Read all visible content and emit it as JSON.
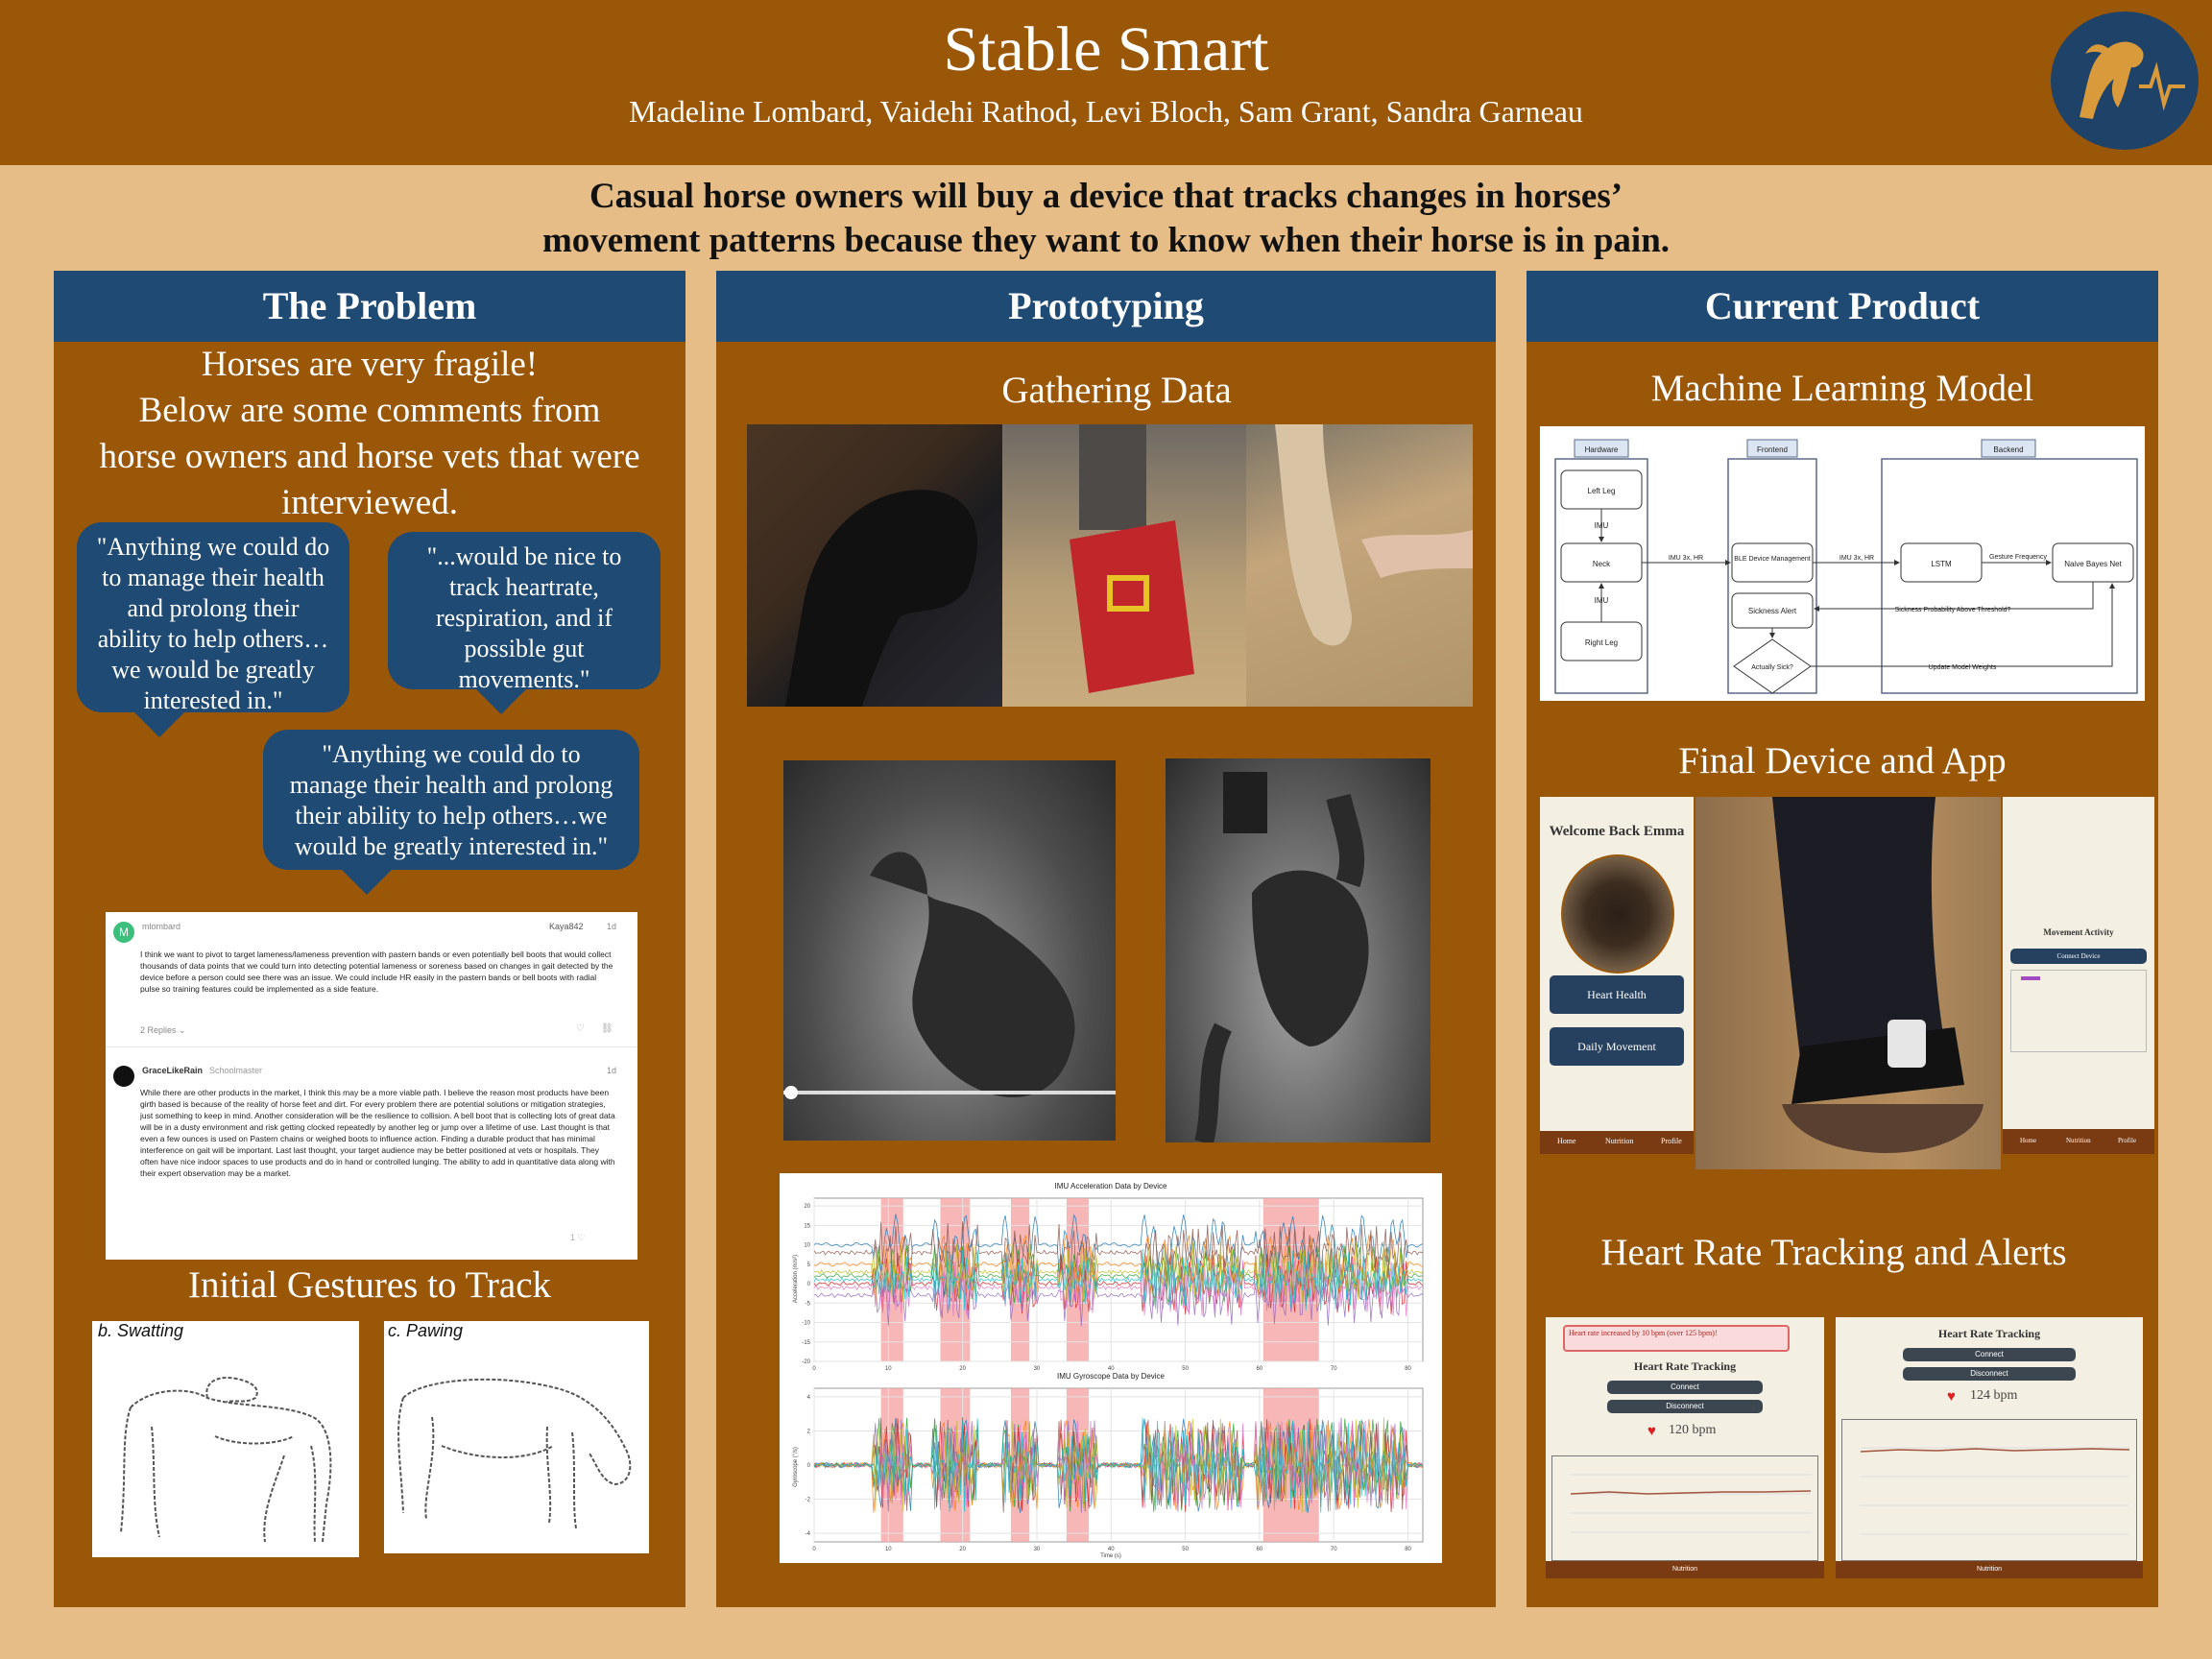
{
  "header": {
    "title": "Stable Smart",
    "authors": "Madeline Lombard, Vaidehi Rathod, Levi Bloch, Sam Grant, Sandra Garneau"
  },
  "hypothesis": {
    "line1": "Casual horse owners will buy a device that tracks changes in horses’",
    "line2": "movement patterns because they want to know when their horse is in pain."
  },
  "problem": {
    "heading": "The Problem",
    "intro_lines": [
      "Horses are very fragile!",
      "Below are some comments from",
      "horse owners and horse vets that were",
      "interviewed."
    ],
    "quotes": [
      "\"Anything we could do to manage their health and prolong their ability to help others…we would be greatly interested in.\"",
      "\"...would be nice to track heartrate, respiration, and if possible gut movements.\"",
      "\"Anything we could do to manage their health and prolong their ability to help others…we would be greatly interested in.\""
    ],
    "forum": {
      "post1": {
        "avatar": "M",
        "user": "mlombard",
        "reply_user": "Kaya842",
        "age": "1d",
        "text": "I think we want to pivot to target lameness/lameness prevention with pastern bands or even potentially bell boots that would collect thousands of data points that we could turn into detecting potential lameness or soreness based on changes in gait detected by the device before a person could see there was an issue. We could include HR easily in the pastern bands or bell boots with radial pulse so training features could be implemented as a side feature.",
        "replies": "2 Replies ⌄"
      },
      "post2": {
        "user": "GraceLikeRain",
        "role": "Schoolmaster",
        "age": "1d",
        "text": "While there are other products in the market, I think this may be a more viable path. I believe the reason most products have been girth based is because of the reality of horse feet and dirt. For every problem there are potential solutions or mitigation strategies, just something to keep in mind. Another consideration will be the resilience to collision. A bell boot that is collecting lots of great data will be in a dusty environment and risk getting clocked repeatedly by another leg or jump over a lifetime of use. Last thought is that even a few ounces is used on Pastern chains or weighed boots to influence action. Finding a durable product that has minimal interference on gait will be important. Last last thought, your target audience may be better positioned at vets or hospitals. They often have nice indoor spaces to use products and do in hand or controlled lunging. The ability to add in quantitative data along with their expert observation may be a market.",
        "likes": "1 ♡"
      }
    },
    "gestures_heading": "Initial Gestures to Track",
    "gesture_labels": [
      "b. Swatting",
      "c. Pawing"
    ]
  },
  "prototyping": {
    "heading": "Prototyping",
    "subheading": "Gathering Data",
    "chart_titles": [
      "IMU Acceleration Data by Device",
      "IMU Gyroscope Data by Device"
    ],
    "chart_xlabel": "Time (s)"
  },
  "chart_data": [
    {
      "type": "line",
      "title": "IMU Acceleration Data by Device",
      "xlabel": "Time (s)",
      "ylabel": "Acceleration (m/s²)",
      "x_ticks": [
        0,
        10,
        20,
        30,
        40,
        50,
        60,
        70,
        80
      ],
      "y_ticks": [
        20,
        15,
        10,
        5,
        0,
        -5,
        -10,
        -15,
        -20
      ],
      "xlim": [
        0,
        82
      ],
      "ylim": [
        -20,
        22
      ],
      "highlight_ranges": [
        [
          9,
          12
        ],
        [
          17,
          21
        ],
        [
          26.5,
          29
        ],
        [
          34,
          37
        ],
        [
          60.5,
          68
        ]
      ],
      "grid": true,
      "legend": "top-right"
    },
    {
      "type": "line",
      "title": "IMU Gyroscope Data by Device",
      "xlabel": "Time (s)",
      "ylabel": "Gyroscope (°/s)",
      "x_ticks": [
        0,
        10,
        20,
        30,
        40,
        50,
        60,
        70,
        80
      ],
      "y_ticks": [
        4,
        2,
        0,
        -2,
        -4
      ],
      "xlim": [
        0,
        82
      ],
      "ylim": [
        -4.5,
        4.5
      ],
      "highlight_ranges": [
        [
          9,
          12
        ],
        [
          17,
          21
        ],
        [
          26.5,
          29
        ],
        [
          34,
          37
        ],
        [
          60.5,
          68
        ]
      ],
      "grid": true,
      "legend": "top-right"
    }
  ],
  "current": {
    "heading": "Current Product",
    "ml_heading": "Machine Learning Model",
    "diagram": {
      "groups": [
        "Hardware",
        "Frontend",
        "Backend"
      ],
      "nodes": [
        "Left Leg",
        "IMU",
        "Neck",
        "IMU",
        "Right Leg",
        "BLE Device Management",
        "Sickness Alert",
        "Actually Sick?",
        "LSTM",
        "Gesture Frequency",
        "Naive Bayes Net"
      ],
      "edges": [
        "IMU 3x, HR",
        "IMU 3x, HR",
        "Sickness Probability Above Threshold?",
        "Update Model Weights"
      ]
    },
    "device_heading": "Final Device and App",
    "app": {
      "welcome": "Welcome Back Emma",
      "buttons": [
        "Heart Health",
        "Daily Movement"
      ],
      "nav": [
        "Home",
        "Nutrition",
        "Profile"
      ],
      "activity_title": "Movement Activity",
      "connect": "Connect Device"
    },
    "hr_heading": "Heart Rate Tracking and Alerts",
    "hr_left": {
      "alert": "Heart rate increased by 10 bpm (over 125 bpm)!",
      "title": "Heart Rate Tracking",
      "connect": "Connect",
      "disconnect": "Disconnect",
      "bpm": "120 bpm",
      "nav": "Nutrition"
    },
    "hr_right": {
      "title": "Heart Rate Tracking",
      "connect": "Connect",
      "disconnect": "Disconnect",
      "bpm": "124 bpm",
      "nav": "Nutrition"
    }
  },
  "colors": {
    "background": "#e6bd87",
    "panel": "#9a5708",
    "header_blue": "#1f4a73",
    "highlight": "#f6a5a5"
  }
}
